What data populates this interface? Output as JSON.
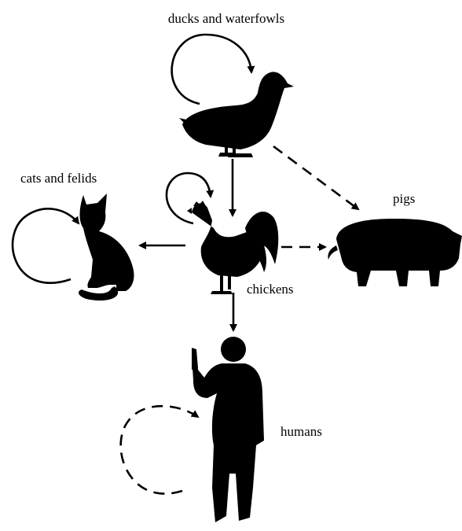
{
  "labels": {
    "ducks": "ducks and waterfowls",
    "cats": "cats and felids",
    "pigs": "pigs",
    "chickens": "chickens",
    "humans": "humans"
  },
  "colors": {
    "silhouette": "#000000",
    "background": "#ffffff"
  }
}
